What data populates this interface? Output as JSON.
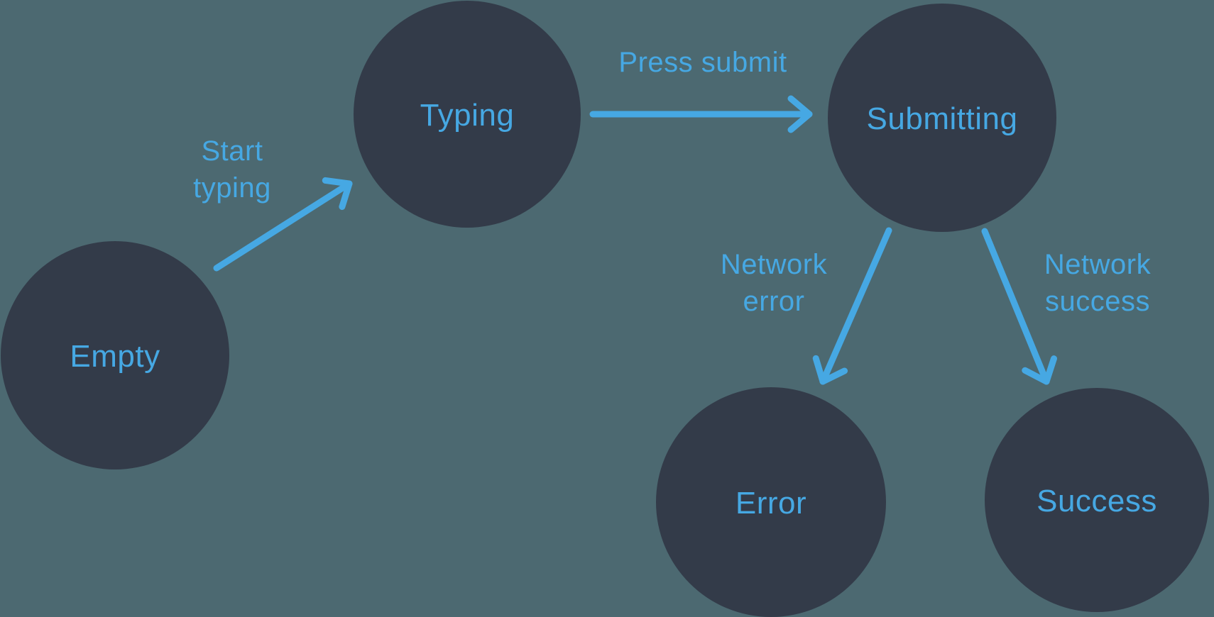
{
  "diagram": {
    "type": "state-machine",
    "colors": {
      "background": "#4c6971",
      "node_fill": "#333b49",
      "accent_blue": "#46a8e3"
    },
    "nodes": [
      {
        "id": "empty",
        "label": "Empty"
      },
      {
        "id": "typing",
        "label": "Typing"
      },
      {
        "id": "submitting",
        "label": "Submitting"
      },
      {
        "id": "error",
        "label": "Error"
      },
      {
        "id": "success",
        "label": "Success"
      }
    ],
    "edges": [
      {
        "id": "start-typing",
        "from": "empty",
        "to": "typing",
        "label_lines": [
          "Start",
          "typing"
        ]
      },
      {
        "id": "press-submit",
        "from": "typing",
        "to": "submitting",
        "label_lines": [
          "Press submit"
        ]
      },
      {
        "id": "network-error",
        "from": "submitting",
        "to": "error",
        "label_lines": [
          "Network",
          "error"
        ]
      },
      {
        "id": "network-success",
        "from": "submitting",
        "to": "success",
        "label_lines": [
          "Network",
          "success"
        ]
      }
    ]
  }
}
